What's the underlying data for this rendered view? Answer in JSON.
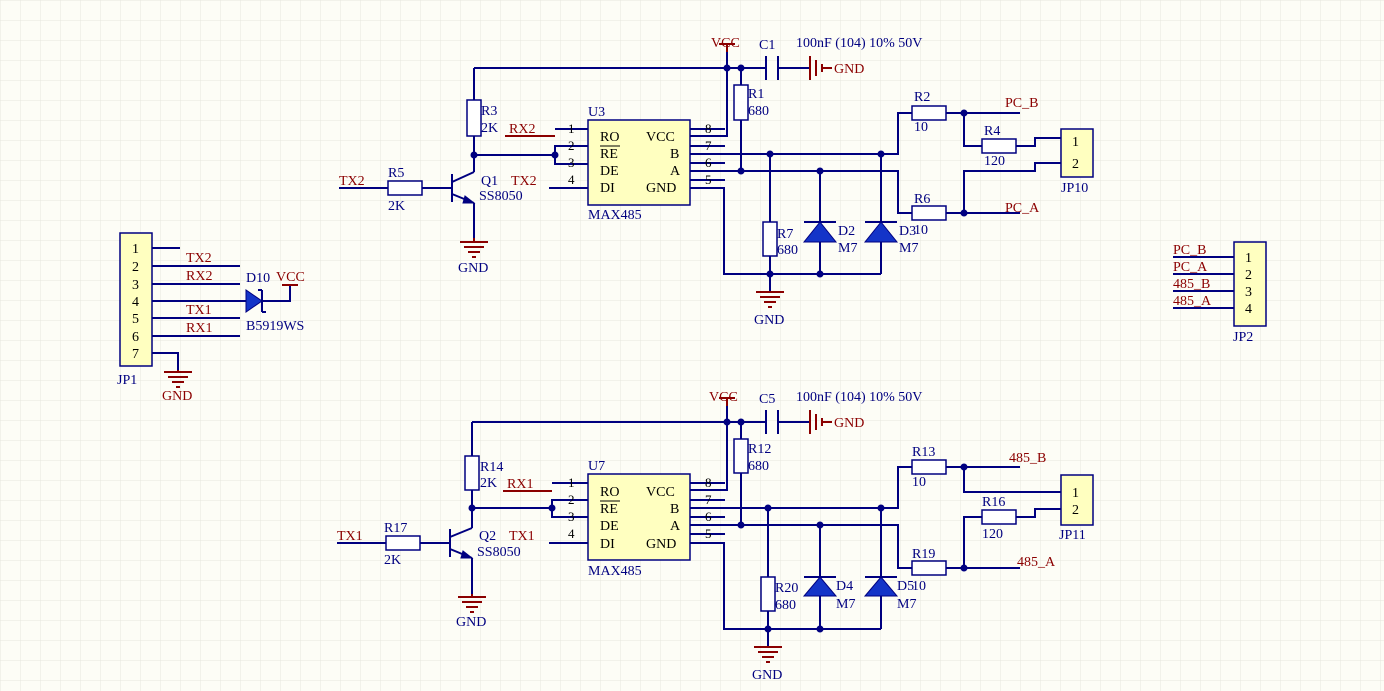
{
  "top": {
    "vcc": "VCC",
    "gnd": "GND",
    "c1": {
      "ref": "C1",
      "value": "100nF (104) 10% 50V"
    },
    "r3": {
      "ref": "R3",
      "value": "2K"
    },
    "r1": {
      "ref": "R1",
      "value": "680"
    },
    "r2": {
      "ref": "R2",
      "value": "10"
    },
    "r4": {
      "ref": "R4",
      "value": "120"
    },
    "r5": {
      "ref": "R5",
      "value": "2K"
    },
    "r6": {
      "ref": "R6",
      "value": "10"
    },
    "r7": {
      "ref": "R7",
      "value": "680"
    },
    "q1": {
      "ref": "Q1",
      "value": "SS8050"
    },
    "u3": {
      "ref": "U3",
      "value": "MAX485"
    },
    "d2": {
      "ref": "D2",
      "value": "M7"
    },
    "d3": {
      "ref": "D3",
      "value": "M7"
    },
    "jp10": {
      "ref": "JP10",
      "pins": [
        "1",
        "2"
      ]
    },
    "nets": {
      "rx": "RX2",
      "tx_in": "TX2",
      "tx_di": "TX2",
      "b": "PC_B",
      "a": "PC_A"
    }
  },
  "bottom": {
    "vcc": "VCC",
    "gnd": "GND",
    "c5": {
      "ref": "C5",
      "value": "100nF (104) 10% 50V"
    },
    "r14": {
      "ref": "R14",
      "value": "2K"
    },
    "r12": {
      "ref": "R12",
      "value": "680"
    },
    "r13": {
      "ref": "R13",
      "value": "10"
    },
    "r16": {
      "ref": "R16",
      "value": "120"
    },
    "r17": {
      "ref": "R17",
      "value": "2K"
    },
    "r19": {
      "ref": "R19",
      "value": "10"
    },
    "r20": {
      "ref": "R20",
      "value": "680"
    },
    "q2": {
      "ref": "Q2",
      "value": "SS8050"
    },
    "u7": {
      "ref": "U7",
      "value": "MAX485"
    },
    "d4": {
      "ref": "D4",
      "value": "M7"
    },
    "d5": {
      "ref": "D5",
      "value": "M7"
    },
    "jp11": {
      "ref": "JP11",
      "pins": [
        "1",
        "2"
      ]
    },
    "nets": {
      "rx": "RX1",
      "tx_in": "TX1",
      "tx_di": "TX1",
      "b": "485_B",
      "a": "485_A"
    }
  },
  "max485_pins": {
    "left": [
      "RO",
      "RE",
      "DE",
      "DI"
    ],
    "right": [
      "VCC",
      "B",
      "A",
      "GND"
    ],
    "left_nums": [
      "1",
      "2",
      "3",
      "4"
    ],
    "right_nums": [
      "8",
      "7",
      "6",
      "5"
    ]
  },
  "jp1": {
    "ref": "JP1",
    "pins": [
      "1",
      "2",
      "3",
      "4",
      "5",
      "6",
      "7"
    ],
    "nets": [
      "TX2",
      "RX2",
      "TX1",
      "RX1"
    ],
    "gnd": "GND"
  },
  "d10": {
    "ref": "D10",
    "value": "B5919WS",
    "vcc": "VCC"
  },
  "jp2": {
    "ref": "JP2",
    "pins": [
      "1",
      "2",
      "3",
      "4"
    ],
    "nets": [
      "PC_B",
      "PC_A",
      "485_B",
      "485_A"
    ]
  },
  "colors": {
    "background": "#fdfdf6",
    "grid": "#e7e7de",
    "wire": "#000080",
    "power": "#8b0000",
    "body_fill": "#ffffc0",
    "diode_fill": "#1434c8"
  }
}
